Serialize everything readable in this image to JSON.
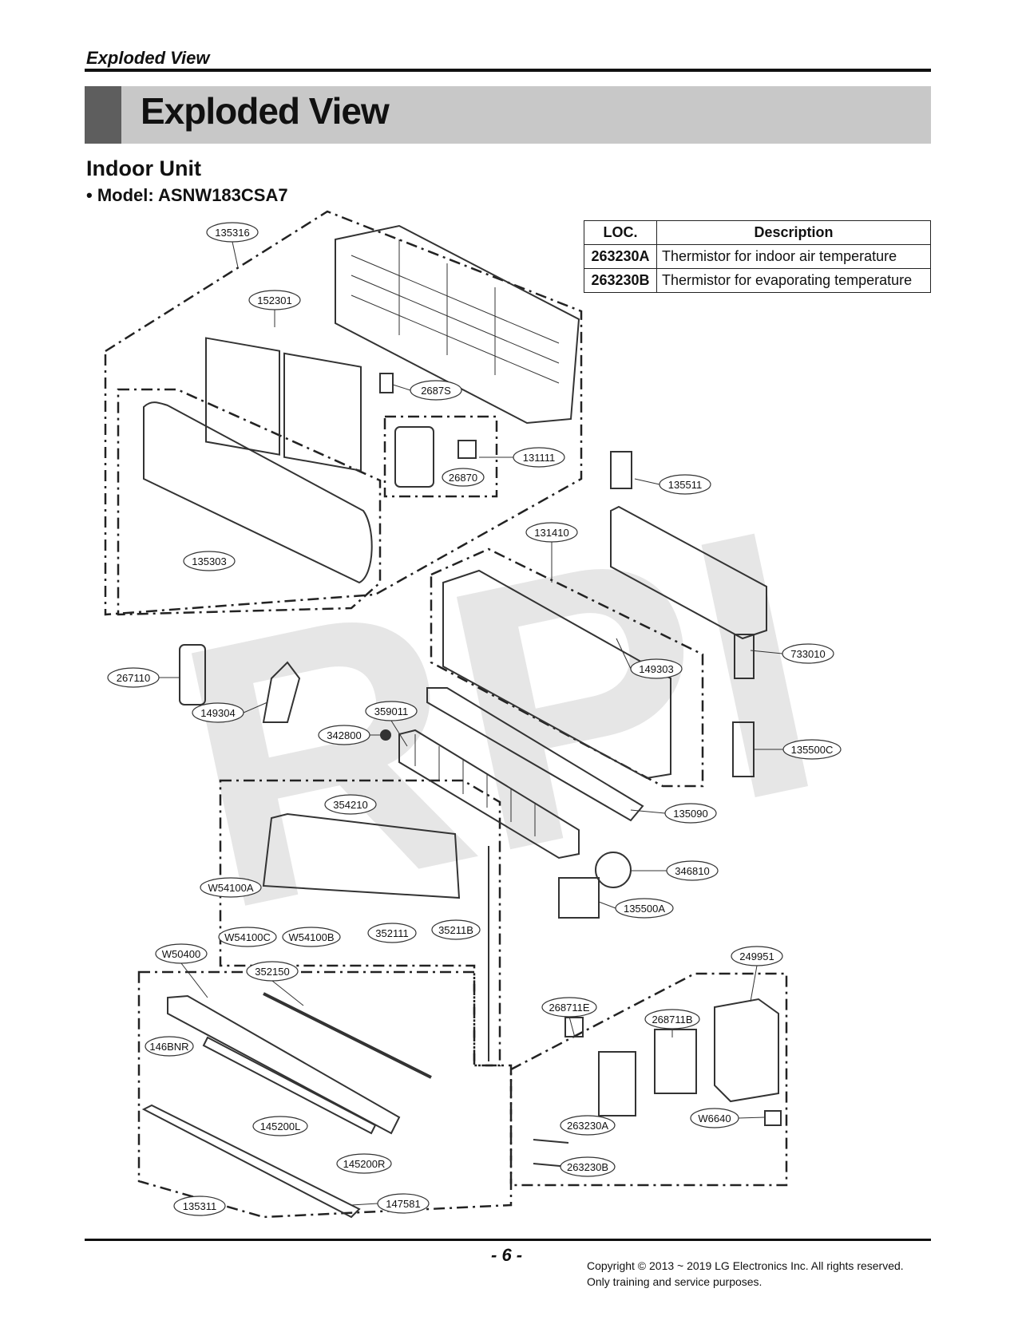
{
  "header": {
    "label": "Exploded View"
  },
  "title": "Exploded View",
  "section": {
    "title": "Indoor Unit",
    "model_line": "• Model: ASNW183CSA7"
  },
  "legend": {
    "headers": [
      "LOC.",
      "Description"
    ],
    "rows": [
      {
        "loc": "263230A",
        "desc": "Thermistor for indoor air temperature"
      },
      {
        "loc": "263230B",
        "desc": "Thermistor for evaporating temperature"
      }
    ]
  },
  "watermark": "RPI",
  "callouts": {
    "c135316": "135316",
    "c152301": "152301",
    "c2687S": "2687S",
    "c131111": "131111",
    "c26870": "26870",
    "c135303": "135303",
    "c135511": "135511",
    "c131410": "131410",
    "c733010": "733010",
    "c149303": "149303",
    "c267110": "267110",
    "c149304": "149304",
    "c359011": "359011",
    "c342800": "342800",
    "c135500C": "135500C",
    "c135090": "135090",
    "c354210": "354210",
    "c346810": "346810",
    "cW54100A": "W54100A",
    "c135500A": "135500A",
    "cW54100C": "W54100C",
    "cW54100B": "W54100B",
    "c352111": "352111",
    "c35211B": "35211B",
    "cW50400": "W50400",
    "c352150": "352150",
    "c249951": "249951",
    "c268711E": "268711E",
    "c268711B": "268711B",
    "c146BNR": "146BNR",
    "cW6640": "W6640",
    "c145200L": "145200L",
    "c263230A": "263230A",
    "c145200R": "145200R",
    "c263230B": "263230B",
    "c135311": "135311",
    "c147581": "147581"
  },
  "footer": {
    "page_number": "- 6 -",
    "copyright_line1": "Copyright © 2013 ~ 2019 LG Electronics Inc. All rights reserved.",
    "copyright_line2": "Only training and service purposes."
  }
}
